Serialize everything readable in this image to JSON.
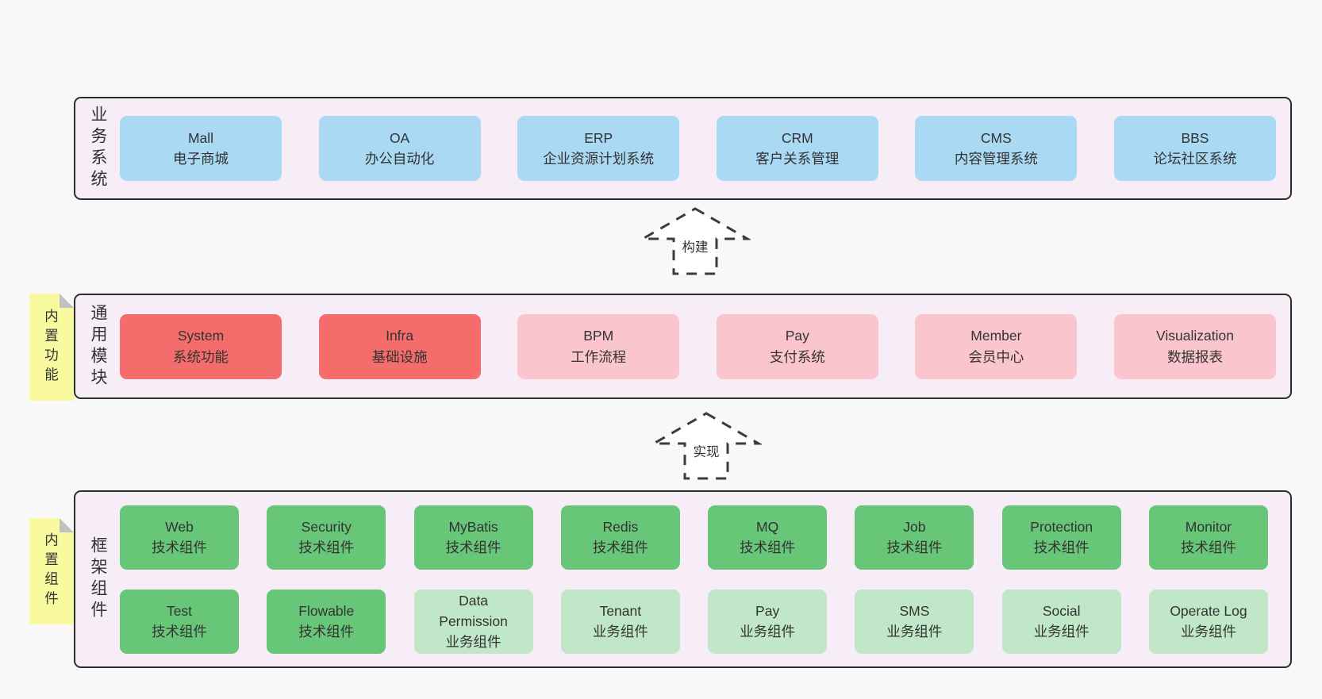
{
  "colors": {
    "page_bg": "#f8f8f8",
    "band_bg": "#f7edf6",
    "band_border": "#2e2e2e",
    "blue": "#a9d9f3",
    "red": "#f56c6c",
    "pink": "#fbc5cd",
    "green": "#68c679",
    "light_green": "#c0e7c7",
    "sticky_yellow": "#f9f9a0",
    "sticky_fold": "#c1c1c1",
    "text": "#333333"
  },
  "arrows": [
    {
      "label": "构建"
    },
    {
      "label": "实现"
    }
  ],
  "bands": [
    {
      "label": "业务系统",
      "boxes": [
        {
          "name": "Mall",
          "desc": "电子商城",
          "variant": "blue"
        },
        {
          "name": "OA",
          "desc": "办公自动化",
          "variant": "blue"
        },
        {
          "name": "ERP",
          "desc": "企业资源计划系统",
          "variant": "blue"
        },
        {
          "name": "CRM",
          "desc": "客户关系管理",
          "variant": "blue"
        },
        {
          "name": "CMS",
          "desc": "内容管理系统",
          "variant": "blue"
        },
        {
          "name": "BBS",
          "desc": "论坛社区系统",
          "variant": "blue"
        }
      ]
    },
    {
      "label": "通用模块",
      "sticky": "内置功能",
      "boxes": [
        {
          "name": "System",
          "desc": "系统功能",
          "variant": "red"
        },
        {
          "name": "Infra",
          "desc": "基础设施",
          "variant": "red"
        },
        {
          "name": "BPM",
          "desc": "工作流程",
          "variant": "pink"
        },
        {
          "name": "Pay",
          "desc": "支付系统",
          "variant": "pink"
        },
        {
          "name": "Member",
          "desc": "会员中心",
          "variant": "pink"
        },
        {
          "name": "Visualization",
          "desc": "数据报表",
          "variant": "pink"
        }
      ]
    },
    {
      "label": "框架组件",
      "sticky": "内置组件",
      "rows": [
        [
          {
            "name": "Web",
            "desc": "技术组件",
            "variant": "green"
          },
          {
            "name": "Security",
            "desc": "技术组件",
            "variant": "green"
          },
          {
            "name": "MyBatis",
            "desc": "技术组件",
            "variant": "green"
          },
          {
            "name": "Redis",
            "desc": "技术组件",
            "variant": "green"
          },
          {
            "name": "MQ",
            "desc": "技术组件",
            "variant": "green"
          },
          {
            "name": "Job",
            "desc": "技术组件",
            "variant": "green"
          },
          {
            "name": "Protection",
            "desc": "技术组件",
            "variant": "green"
          },
          {
            "name": "Monitor",
            "desc": "技术组件",
            "variant": "green"
          }
        ],
        [
          {
            "name": "Test",
            "desc": "技术组件",
            "variant": "green"
          },
          {
            "name": "Flowable",
            "desc": "技术组件",
            "variant": "green"
          },
          {
            "name": "Data Permission",
            "desc": "业务组件",
            "variant": "lightgreen"
          },
          {
            "name": "Tenant",
            "desc": "业务组件",
            "variant": "lightgreen"
          },
          {
            "name": "Pay",
            "desc": "业务组件",
            "variant": "lightgreen"
          },
          {
            "name": "SMS",
            "desc": "业务组件",
            "variant": "lightgreen"
          },
          {
            "name": "Social",
            "desc": "业务组件",
            "variant": "lightgreen"
          },
          {
            "name": "Operate Log",
            "desc": "业务组件",
            "variant": "lightgreen"
          }
        ]
      ]
    }
  ]
}
